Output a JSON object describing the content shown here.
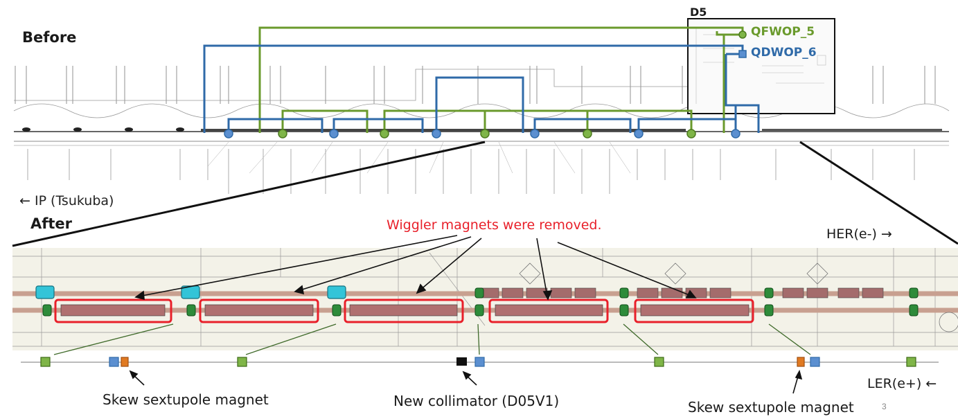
{
  "labels": {
    "before": "Before",
    "after": "After",
    "ip": "← IP (Tsukuba)",
    "d5": "D5",
    "qfwop": "QFWOP_5",
    "qdwop": "QDWOP_6",
    "wiggler_note": "Wiggler magnets were removed.",
    "her": "HER(e-) →",
    "ler": "LER(e+) ←",
    "skew_left": "Skew sextupole magnet",
    "collimator": "New collimator (D05V1)",
    "skew_right": "Skew sextupole magnet",
    "page_number": "3"
  },
  "colors": {
    "green": "#6a9a2c",
    "blue": "#2f6aa8",
    "red_box": "#e8202a",
    "orange": "#e07a22",
    "cyan": "#33c4d8",
    "black": "#111111"
  },
  "legend_markers": {
    "green_square": "quadrupole-green",
    "blue_square": "quadrupole-blue",
    "orange_square": "skew-sextupole",
    "black_square": "collimator"
  }
}
